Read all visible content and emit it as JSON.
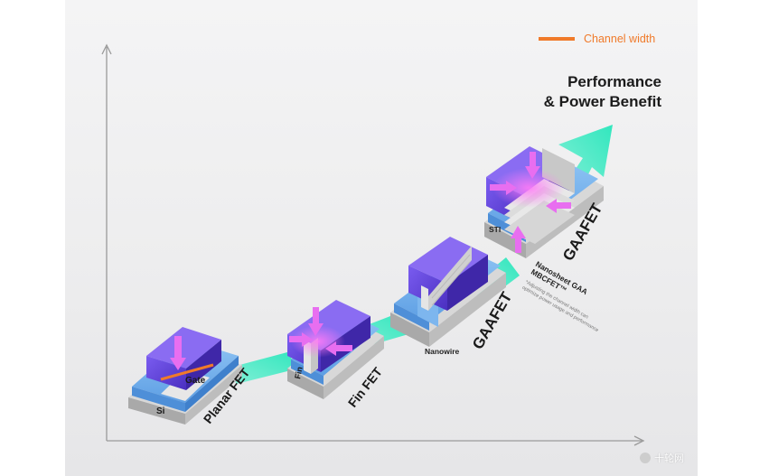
{
  "legend": {
    "label": "Channel width",
    "color": "#f07a2a"
  },
  "performance": {
    "line1": "Performance",
    "line2": "& Power Benefit"
  },
  "stages": {
    "planar": {
      "name": "Planar FET",
      "gate": "Gate",
      "si": "Si"
    },
    "finfet": {
      "name": "Fin FET",
      "fin": "Fin"
    },
    "nanowire": {
      "name": "GAAFET",
      "sub": "Nanowire"
    },
    "nanosheet": {
      "name": "GAAFET",
      "sti": "STI",
      "title_line1": "Nanosheet GAA",
      "title_line2": "MBCFET™",
      "note_line1": "*Adjusting the channel width can",
      "note_line2": "optimize power usage and performance"
    }
  },
  "watermark": {
    "text": "十轮网"
  },
  "colors": {
    "arrow": "#3ee8c0",
    "substrate": "#6aaeea",
    "gate": "#5a3fd0",
    "field_arrow": "#e060e8",
    "channel": "#f07a2a"
  }
}
